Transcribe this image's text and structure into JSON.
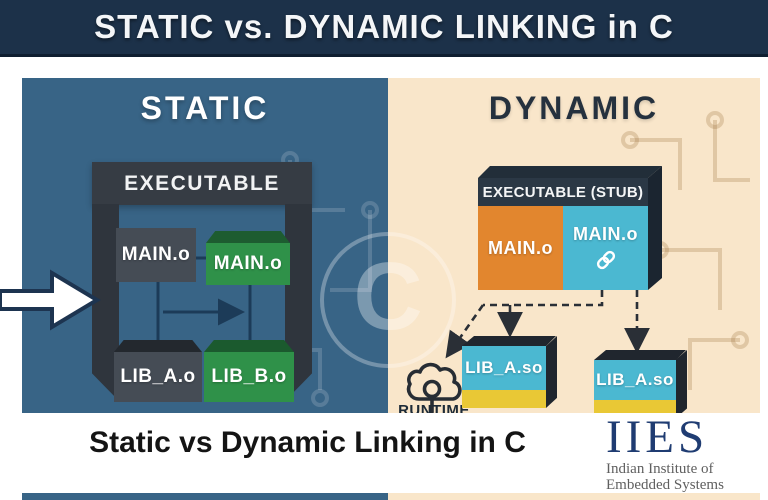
{
  "banner": {
    "title": "STATIC vs. DYNAMIC LINKING in C"
  },
  "static_panel": {
    "heading": "STATIC",
    "executable_label": "EXECUTABLE",
    "main_obj_left": "MAIN.o",
    "main_obj_right": "MAIN.o",
    "lib_a": "LIB_A.o",
    "lib_b": "LIB_B.o"
  },
  "dynamic_panel": {
    "heading": "DYNAMIC",
    "executable_label": "EXECUTABLE (STUB)",
    "main_obj_left": "MAIN.o",
    "main_obj_right": "MAIN.o",
    "lib_so_left": "LIB_A.so",
    "lib_so_right": "LIB_A.so",
    "runtime_label": "RUNTIME"
  },
  "watermark": {
    "letter": "C"
  },
  "footer": {
    "caption": "Static vs Dynamic Linking in C",
    "logo_acronym": "IIES",
    "logo_line1": "Indian Institute of",
    "logo_line2": "Embedded Systems"
  },
  "icons": {
    "link_icon": "chain-link",
    "cloud_icon": "runtime-cloud-download",
    "arrow_icon": "input-arrow-right"
  },
  "colors": {
    "banner_bg": "#1c3149",
    "static_panel_bg": "#386486",
    "dynamic_panel_bg": "#f9e6ca",
    "frame_dark": "#2f353d",
    "box_gray": "#454c55",
    "box_green": "#2f9149",
    "box_green_top": "#1d5c30",
    "stub_navy": "#2b3845",
    "box_orange": "#e2862e",
    "box_teal": "#4bb8d1",
    "box_yellow": "#e9c835",
    "connector_navy": "#1c3b58",
    "logo_navy": "#1f3c72"
  }
}
